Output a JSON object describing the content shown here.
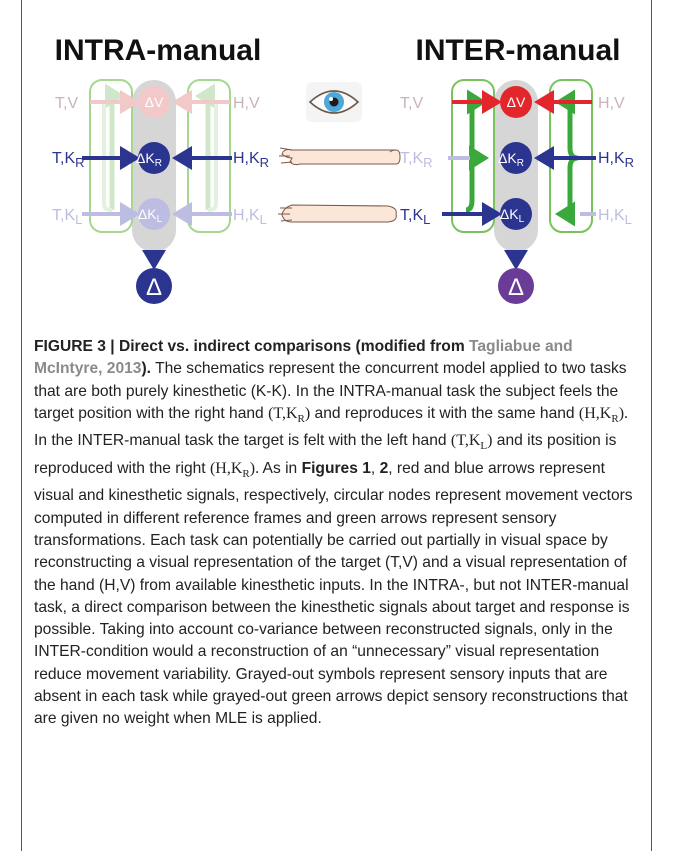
{
  "panels": {
    "intra_title": "INTRA-manual",
    "inter_title": "INTER-manual"
  },
  "labels": {
    "tv": "T,V",
    "hv": "H,V",
    "tkr": "T,K",
    "hkr": "H,K",
    "tkl": "T,K",
    "hkl": "H,K",
    "sub_r": "R",
    "sub_l": "L",
    "dv": "ΔV",
    "dkr": "ΔK",
    "dkl": "ΔK",
    "delta": "Δ"
  },
  "colors": {
    "red": "#e3262b",
    "blue": "#2b3590",
    "green": "#3aa83a",
    "purple": "#6a3b97",
    "gray_column": "#d6d6d6",
    "faded_red": "#f2c8c8",
    "faded_blue": "#bcbde0",
    "faded_label": "#c9b3b8"
  },
  "icons": [
    "eye-icon",
    "right-hand-icon",
    "left-hand-icon"
  ],
  "caption": {
    "figure_label": "FIGURE 3 | Direct vs. indirect comparisons (modified from ",
    "ref": "Tagliabue and McIntyre, 2013",
    "title_end": ").",
    "s1": " The schematics represent the concurrent model applied to two tasks that are both purely kinesthetic (K-K). In the INTRA-manual task the subject feels the target position with the right hand ",
    "tkr_a": "(T,K",
    "tkr_sub": "R",
    "tkr_b": ")",
    "s2": " and reproduces it with the same hand ",
    "hkr_a": "(H,K",
    "hkr_sub": "R",
    "hkr_b": ").",
    "s3": " In the INTER-manual task the target is felt with the left hand ",
    "tkl_a": "(T,K",
    "tkl_sub": "L",
    "tkl_b": ")",
    "s4": " and its position is reproduced with the right ",
    "hkr2_a": "(H,K",
    "hkr2_sub": "R",
    "hkr2_b": ").",
    "s5": " As in ",
    "figs": "Figures 1",
    "comma": ", ",
    "fig2": "2",
    "s6": ", red and blue arrows represent visual and kinesthetic signals, respectively, circular nodes represent movement vectors computed in different reference frames and green arrows represent sensory transformations. Each task can potentially be carried out partially in visual space by reconstructing a visual representation of the target (T,V) and a visual representation of the hand (H,V) from available kinesthetic inputs. In the INTRA-, but not INTER-manual task, a direct comparison between the kinesthetic signals about target and response is possible. Taking into account co-variance between reconstructed signals, only in the INTER-condition would a reconstruction of an “unnecessary” visual representation reduce movement variability. Grayed-out symbols represent sensory inputs that are absent in each task while grayed-out green arrows depict sensory reconstructions that are given no weight when MLE is applied."
  }
}
